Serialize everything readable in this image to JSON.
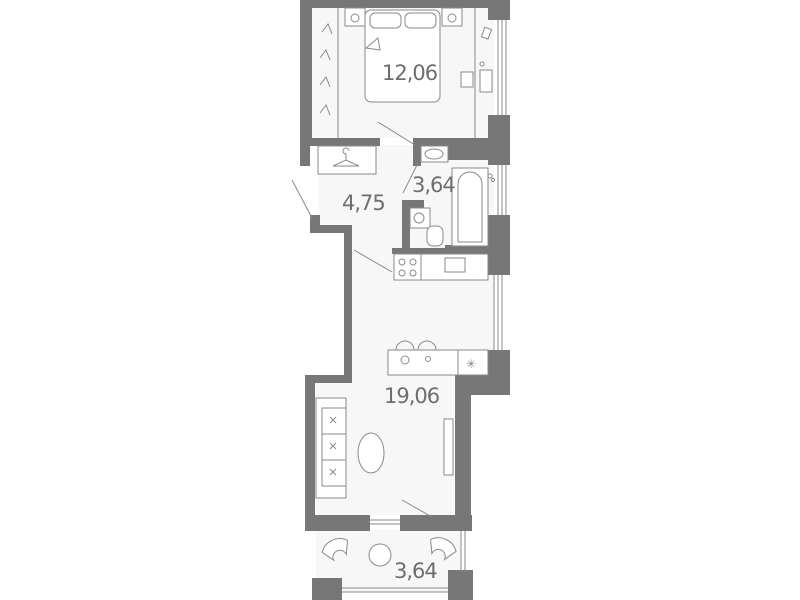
{
  "colors": {
    "wall": "#777777",
    "floor": "#f7f7f7",
    "line": "#8a8a8a",
    "label": "#6e6e6e",
    "background": "#ffffff"
  },
  "rooms": [
    {
      "id": "bedroom",
      "area": "12,06"
    },
    {
      "id": "hallway",
      "area": "4,75"
    },
    {
      "id": "bathroom",
      "area": "3,64"
    },
    {
      "id": "living-kitchen",
      "area": "19,06"
    },
    {
      "id": "balcony",
      "area": "3,64"
    }
  ],
  "icons": {
    "hanger": "hanger-icon",
    "bed": "double-bed-icon",
    "stove": "stove-icon",
    "sink": "sink-icon",
    "washer": "washing-machine-icon",
    "toilet": "toilet-icon",
    "bathtub": "bathtub-icon",
    "fridge": "fridge-icon",
    "sofa": "sofa-icon",
    "tv": "tv-icon",
    "armchair": "armchair-icon",
    "table": "round-table-icon"
  }
}
